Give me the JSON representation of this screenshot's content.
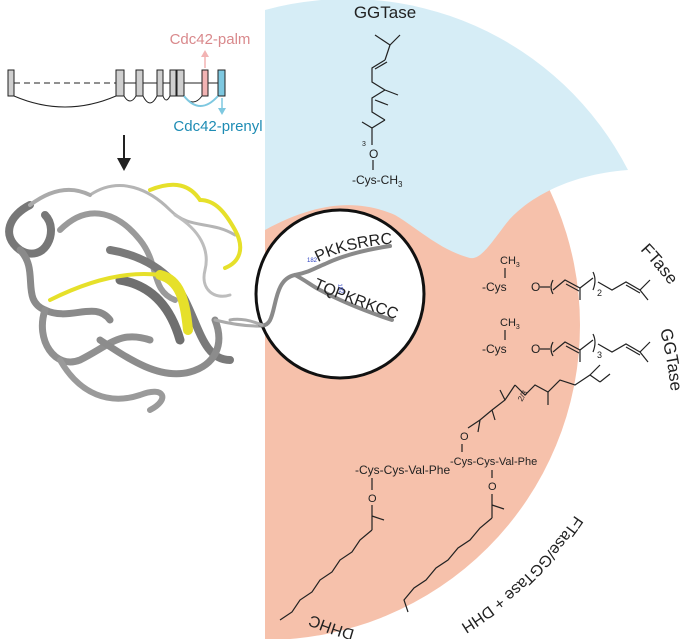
{
  "colors": {
    "ggtase_region": "#d6edf6",
    "ftase_region": "#f6c1ab",
    "palm_exon": "#f2b3b3",
    "prenyl_exon": "#7ec8e0",
    "palm_label": "#d9898c",
    "prenyl_label": "#1e8cb4",
    "helix_highlight": "#e6e02a",
    "protein_grey": "#8a8a8a",
    "ink": "#222222",
    "residue_number": "#2a3fbf"
  },
  "gene": {
    "palm_label": "Cdc42-palm",
    "prenyl_label": "Cdc42-prenyl"
  },
  "regions": {
    "top_label": "GGTase",
    "ftase_label": "FTase",
    "ggtase_right_label": "GGTase",
    "combo_label": "FTase/GGTase + DHHC",
    "dhhc_label": "DHHC"
  },
  "circle": {
    "seq_upper": "PKKSRRCVLL",
    "seq_lower": "TQPKRKCCIF",
    "num_upper": "182",
    "num_lower": "182"
  },
  "chem": {
    "gg_ch3": "-Cys-CH",
    "gg_ch3_sub": "3",
    "gg_o": "O",
    "gg_sub": "3",
    "ft1_ch3": "CH",
    "ft1_ch3_sub": "3",
    "ft1_cys": "-Cys",
    "ft1_o": "O",
    "ft1_n": "2",
    "ft2_ch3": "CH",
    "ft2_ch3_sub": "3",
    "ft2_cys": "-Cys",
    "ft2_o": "O",
    "ft2_n": "3",
    "dhhc_peptide": "-Cys-Cys-Val-Phe",
    "dhhc_o": "O",
    "combo_peptide": "-Cys-Cys-Val-Phe",
    "combo_o1": "O",
    "combo_o2": "O",
    "combo_n": "2/3"
  }
}
